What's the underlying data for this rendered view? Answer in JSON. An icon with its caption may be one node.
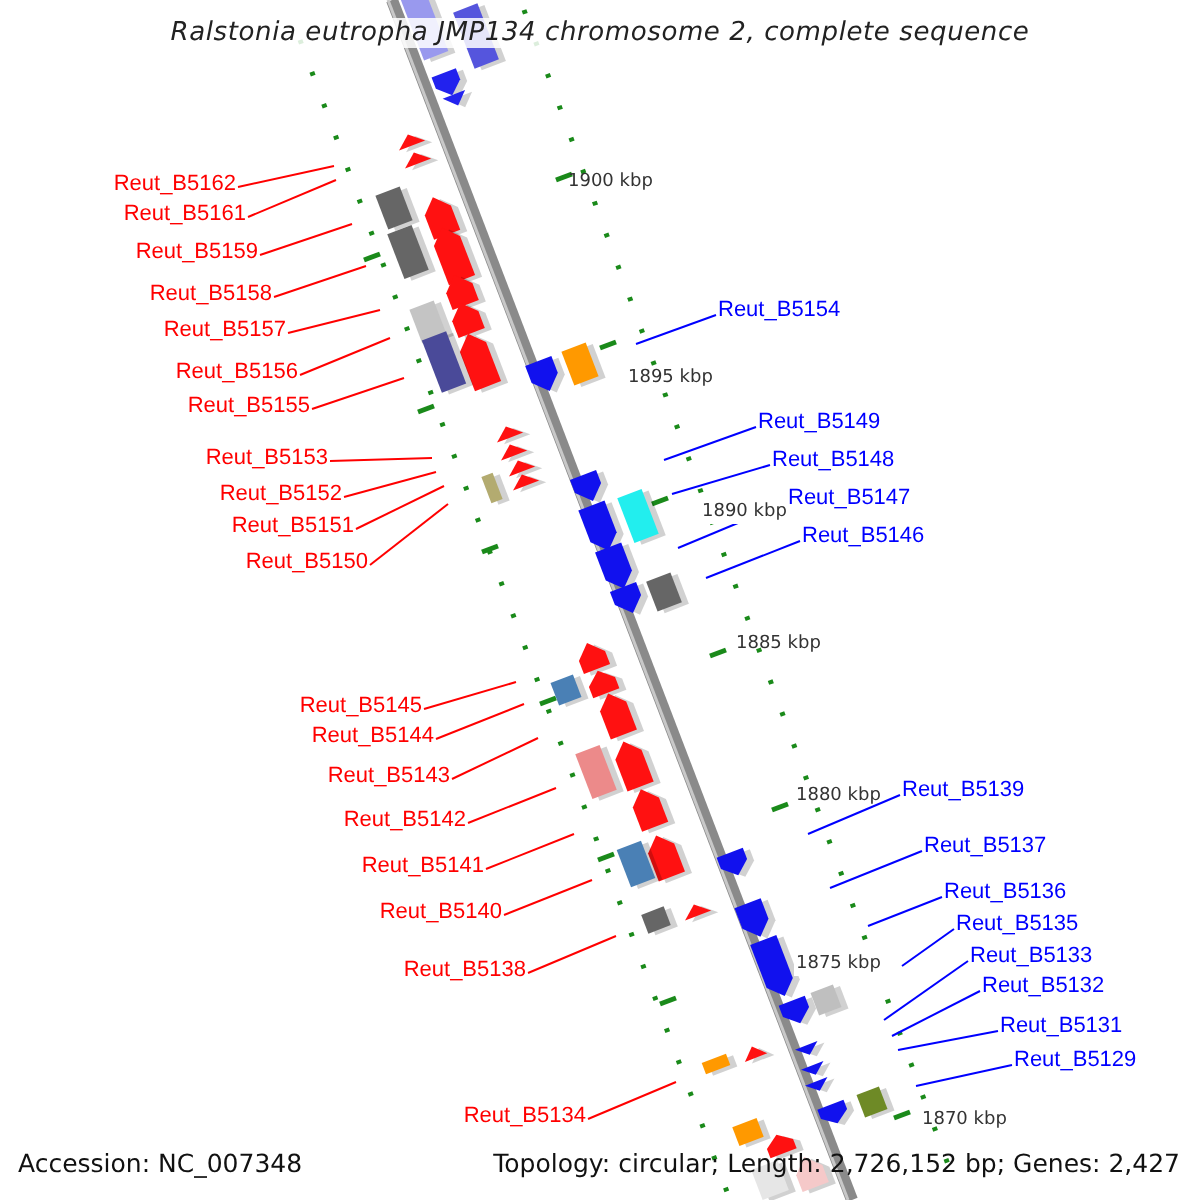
{
  "diagram": {
    "title": "Ralstonia eutropha JMP134 chromosome 2, complete sequence",
    "nodes": [
      {
        "text": [
          "Reut_B5162"
        ]
      },
      {
        "text": [
          "Reut_B5161"
        ]
      },
      {
        "text": [
          "Reut_B5159"
        ]
      },
      {
        "text": [
          "Reut_B5158"
        ]
      },
      {
        "text": [
          "Reut_B5157"
        ]
      },
      {
        "text": [
          "Reut_B5156"
        ]
      },
      {
        "text": [
          "Reut_B5155"
        ]
      },
      {
        "text": [
          "Reut_B5154"
        ]
      },
      {
        "text": [
          "Reut_B5149"
        ]
      },
      {
        "text": [
          "Reut_B5153"
        ]
      },
      {
        "text": [
          "Reut_B5148"
        ]
      },
      {
        "text": [
          "Reut_B5152"
        ]
      },
      {
        "text": [
          "Reut_B5147"
        ]
      },
      {
        "text": [
          "Reut_B5151"
        ]
      },
      {
        "text": [
          "Reut_B5146"
        ]
      },
      {
        "text": [
          "Reut_B5150"
        ]
      },
      {
        "text": [
          "Reut_B5145"
        ]
      },
      {
        "text": [
          "Reut_B5144"
        ]
      },
      {
        "text": [
          "Reut_B5143"
        ]
      },
      {
        "text": [
          "Reut_B5139"
        ]
      },
      {
        "text": [
          "Reut_B5142"
        ]
      },
      {
        "text": [
          "Reut_B5137"
        ]
      },
      {
        "text": [
          "Reut_B5141"
        ]
      },
      {
        "text": [
          "Reut_B5136"
        ]
      },
      {
        "text": [
          "Reut_B5140"
        ]
      },
      {
        "text": [
          "Reut_B5135"
        ]
      },
      {
        "text": [
          "Reut_B5133"
        ]
      },
      {
        "text": [
          "Reut_B5138"
        ]
      },
      {
        "text": [
          "Reut_B5132"
        ]
      },
      {
        "text": [
          "Reut_B5131"
        ]
      },
      {
        "text": [
          "Reut_B5129"
        ]
      },
      {
        "text": [
          "Reut_B5134"
        ]
      }
    ],
    "edges": [
      {
        "from": 0,
        "to": null,
        "arrow": "none"
      },
      {
        "from": 1,
        "to": null,
        "arrow": "none"
      },
      {
        "from": 2,
        "to": null,
        "arrow": "none"
      },
      {
        "from": 3,
        "to": null,
        "arrow": "none"
      },
      {
        "from": 4,
        "to": null,
        "arrow": "none"
      },
      {
        "from": 5,
        "to": null,
        "arrow": "none"
      },
      {
        "from": 6,
        "to": null,
        "arrow": "none"
      },
      {
        "from": 7,
        "to": null,
        "arrow": "none",
        "color": "#0000ff"
      },
      {
        "from": 8,
        "to": null,
        "arrow": "none",
        "color": "#0000ff"
      },
      {
        "from": 9,
        "to": null,
        "arrow": "none"
      },
      {
        "from": 10,
        "to": null,
        "arrow": "none",
        "color": "#0000ff"
      },
      {
        "from": 11,
        "to": null,
        "arrow": "none"
      },
      {
        "from": 12,
        "to": null,
        "arrow": "none",
        "color": "#0000ff"
      },
      {
        "from": 13,
        "to": null,
        "arrow": "none"
      },
      {
        "from": 14,
        "to": null,
        "arrow": "none",
        "color": "#0000ff"
      },
      {
        "from": 15,
        "to": null,
        "arrow": "none"
      },
      {
        "from": 16,
        "to": null,
        "arrow": "none"
      },
      {
        "from": 17,
        "to": null,
        "arrow": "none"
      },
      {
        "from": 18,
        "to": null,
        "arrow": "none"
      },
      {
        "from": 19,
        "to": null,
        "arrow": "none",
        "color": "#0000ff"
      },
      {
        "from": 20,
        "to": null,
        "arrow": "none"
      },
      {
        "from": 21,
        "to": null,
        "arrow": "none",
        "color": "#0000ff"
      },
      {
        "from": 22,
        "to": null,
        "arrow": "none"
      },
      {
        "from": 23,
        "to": null,
        "arrow": "none",
        "color": "#0000ff"
      },
      {
        "from": 24,
        "to": null,
        "arrow": "none"
      },
      {
        "from": 25,
        "to": null,
        "arrow": "none",
        "color": "#0000ff"
      },
      {
        "from": 26,
        "to": null,
        "arrow": "none",
        "color": "#0000ff"
      },
      {
        "from": 27,
        "to": null,
        "arrow": "none"
      },
      {
        "from": 28,
        "to": null,
        "arrow": "none",
        "color": "#0000ff"
      },
      {
        "from": 29,
        "to": null,
        "arrow": "none",
        "color": "#0000ff"
      },
      {
        "from": 30,
        "to": null,
        "arrow": "none",
        "color": "#0000ff"
      },
      {
        "from": 31,
        "to": null,
        "arrow": "none"
      }
    ],
    "labels": [
      "1900 kbp",
      "1895 kbp",
      "1890 kbp",
      "1885 kbp",
      "1880 kbp",
      "1875 kbp",
      "1870 kbp",
      "Accession: NC_007348",
      "Topology: circular; Length: 2,726,152 bp; Genes: 2,427"
    ]
  }
}
